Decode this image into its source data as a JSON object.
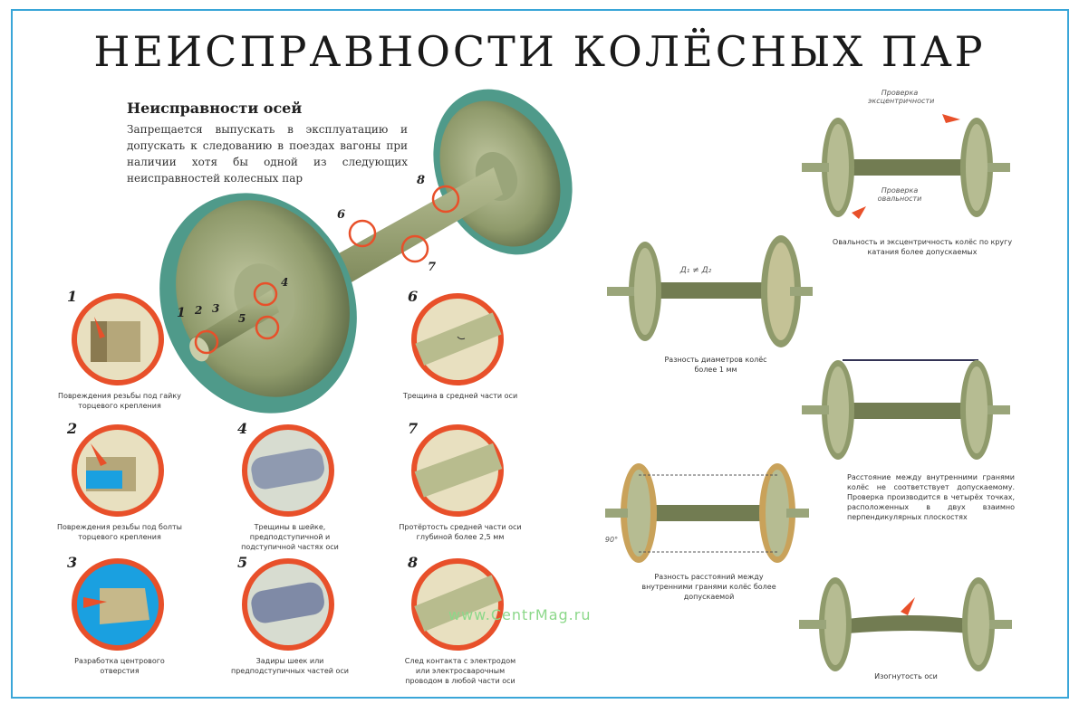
{
  "title": "НЕИСПРАВНОСТИ КОЛЁСНЫХ ПАР",
  "section_title": "Неисправности осей",
  "intro": "Запрещается выпускать в эксплуатацию и допускать к следованию в поездах вагоны при наличии хотя бы одной из следующих неисправностей колесных пар",
  "details": [
    {
      "num": "1",
      "caption": "Повреждения резьбы под гайку торцевого крепления"
    },
    {
      "num": "2",
      "caption": "Повреждения резьбы под болты торцевого крепления"
    },
    {
      "num": "3",
      "caption": "Разработка центрового отверстия"
    },
    {
      "num": "4",
      "caption": "Трещины в шейке, предподступичной и подступичной частях оси"
    },
    {
      "num": "5",
      "caption": "Задиры шеек или предподступичных частей оси"
    },
    {
      "num": "6",
      "caption": "Трещина в средней части оси"
    },
    {
      "num": "7",
      "caption": "Протёртость средней части оси глубиной более 2,5 мм"
    },
    {
      "num": "8",
      "caption": "След контакта с электродом или электросварочным проводом в любой части оси"
    }
  ],
  "axle_marks": {
    "m1": "1",
    "m2": "2",
    "m3": "3",
    "m4": "4",
    "m5": "5",
    "m6": "6",
    "m7": "7",
    "m8": "8"
  },
  "right": {
    "label_eccentricity_check": "Проверка эксцентричности",
    "label_ovality_check": "Проверка овальности",
    "caption_ovality": "Овальность и эксцентричность колёс по кругу катания более допускаемых",
    "caption_diameter": "Разность диаметров колёс более 1 мм",
    "formula": "Д₁ ≠ Д₂",
    "caption_inner_distance": "Расстояние между внутренними гранями колёс не соответствует допускаемому. Проверка производится в четырёх точках, расположенных в двух взаимно перпендикулярных плоскостях",
    "caption_distance_diff": "Разность расстояний между внутренними гранями колёс более допускаемой",
    "angle_label": "90°",
    "caption_bent": "Изогнутость оси"
  },
  "watermark": "www.CentrMag.ru",
  "colors": {
    "accent": "#e8502a",
    "frame": "#3aa6d8",
    "wheel": "#7e8a58",
    "wheel_rim": "#4f9a8a",
    "blue": "#1aa0e0"
  }
}
